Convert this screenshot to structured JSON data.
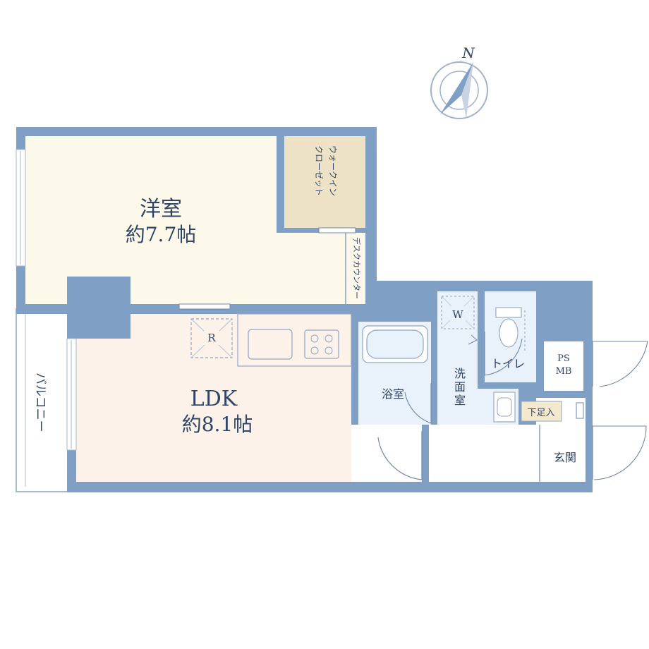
{
  "colors": {
    "wall": "#7f9fc5",
    "western_room_floor": "#fdf9ea",
    "ldk_floor": "#fcf2e9",
    "closet_floor": "#ede2c6",
    "wet_area_floor": "#e9f1fa",
    "genkan_floor": "#ffffff",
    "shoebox_floor": "#f3e9cf",
    "line": "#6f89ab",
    "text": "#2f4566"
  },
  "compass": {
    "north_label": "N"
  },
  "rooms": {
    "western_room": {
      "name": "洋室",
      "size": "約7.7帖"
    },
    "walk_in_closet": {
      "name_lines": [
        "ウォークイン",
        "クローゼット"
      ]
    },
    "desk_counter": {
      "name": "デスクカウンター"
    },
    "ldk": {
      "name": "LDK",
      "size": "約8.1帖"
    },
    "refrigerator": {
      "symbol": "R"
    },
    "balcony": {
      "name": "バルコニー"
    },
    "bathroom": {
      "name": "浴室"
    },
    "washroom": {
      "name_lines": [
        "洗",
        "面",
        "室"
      ]
    },
    "washer": {
      "symbol": "W"
    },
    "toilet": {
      "name": "トイレ"
    },
    "ps_mb": {
      "name_lines": [
        "PS",
        "MB"
      ]
    },
    "shoe_box": {
      "name": "下足入"
    },
    "genkan": {
      "name": "玄関"
    }
  }
}
